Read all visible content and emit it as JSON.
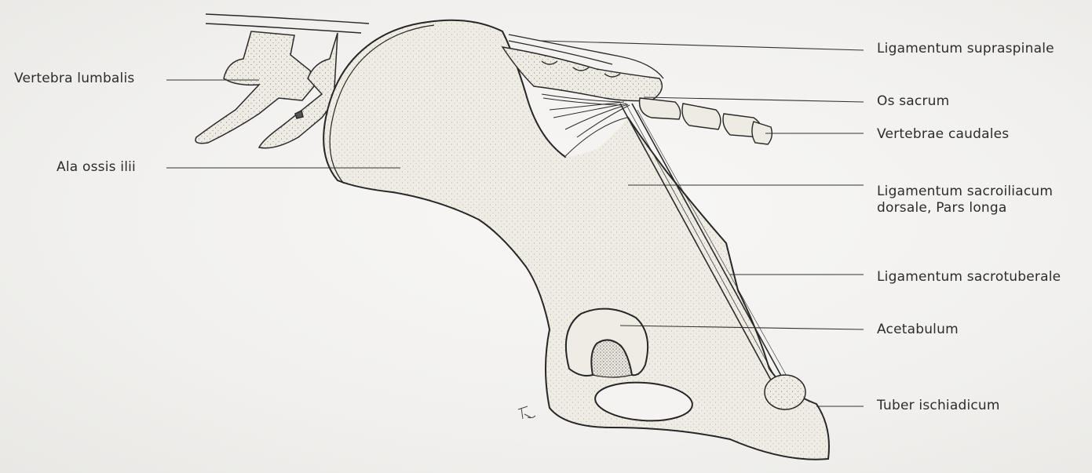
{
  "labels": {
    "vertebra_lumbalis": "Vertebra lumbalis",
    "ala_ossis_ilii": "Ala ossis ilii",
    "lig_supraspinale": "Ligamentum supraspinale",
    "os_sacrum": "Os sacrum",
    "vertebrae_caudales": "Vertebrae caudales",
    "lig_sacroiliacum_1": "Ligamentum sacroiliacum",
    "lig_sacroiliacum_2": "dorsale, Pars longa",
    "lig_sacrotuberale": "Ligamentum sacrotuberale",
    "acetabulum": "Acetabulum",
    "tuber_ischiadicum": "Tuber ischiadicum"
  },
  "colors": {
    "ink": "#262626",
    "bone": "#efece3",
    "paper": "#f4f3f1"
  }
}
